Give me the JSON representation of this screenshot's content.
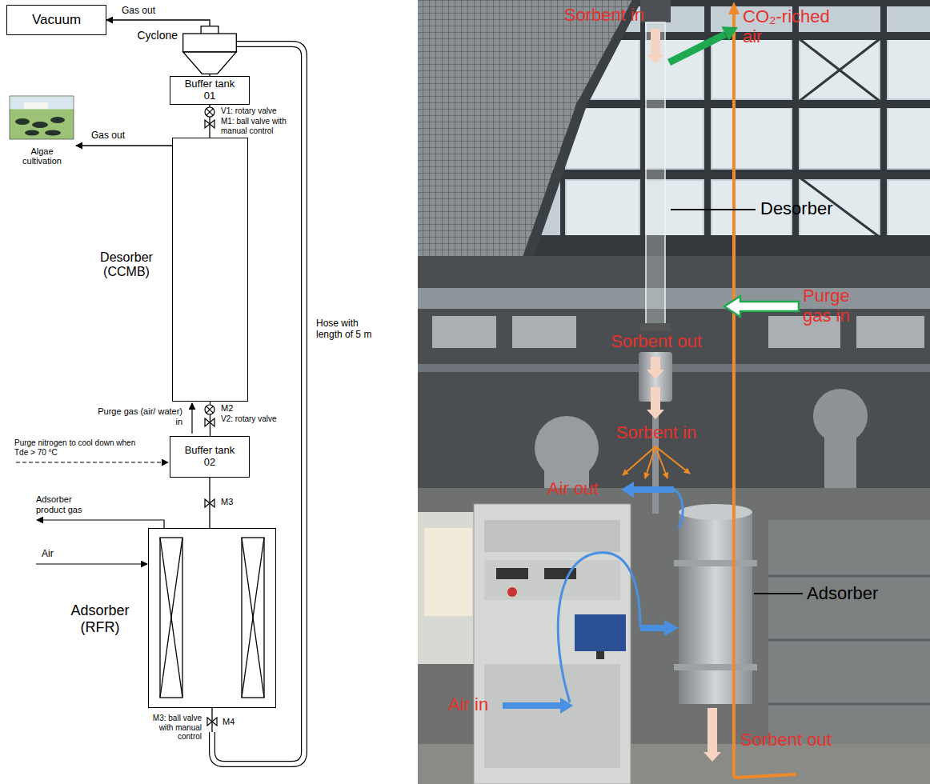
{
  "diagram": {
    "nodes": [
      {
        "text": [
          "Vacuum"
        ]
      },
      {
        "text": [
          "Cyclone"
        ]
      },
      {
        "text": [
          "Buffer tank 01"
        ]
      },
      {
        "text": [
          "Algae cultivation"
        ]
      },
      {
        "text": [
          "Desorber (CCMB)"
        ]
      },
      {
        "text": [
          "Buffer tank 02"
        ]
      },
      {
        "text": [
          "Adsorber (RFR)"
        ]
      }
    ],
    "edges": [
      {
        "from": 1,
        "to": 0,
        "arrow": "to",
        "label": "Gas out"
      },
      {
        "from": 1,
        "to": 2,
        "arrow": "none"
      },
      {
        "from": 2,
        "to": 4,
        "arrow": "none"
      },
      {
        "from": 4,
        "to": 3,
        "arrow": "to",
        "label": "Gas out"
      },
      {
        "from": 4,
        "to": 5,
        "arrow": "none"
      },
      {
        "from": 5,
        "to": 6,
        "arrow": "none"
      },
      {
        "from": 6,
        "to": 1,
        "arrow": "none",
        "label": "Hose with length of 5 m"
      }
    ],
    "labels": [
      "V1: rotary valve",
      "M1: ball valve with manual control",
      "Purge gas (air/ water) in",
      "M2",
      "V2: rotary valve",
      "Purge nitrogen to cool down when Tde > 70 °C",
      "M3",
      "Adsorber product gas",
      "Air",
      "M3: ball valve with manual control",
      "M4",
      "Sorbent in",
      "CO₂-riched air",
      "Desorber",
      "Purge gas in",
      "Sorbent out",
      "Sorbent in",
      "Air out",
      "Adsorber",
      "Air in",
      "Sorbent out"
    ]
  }
}
